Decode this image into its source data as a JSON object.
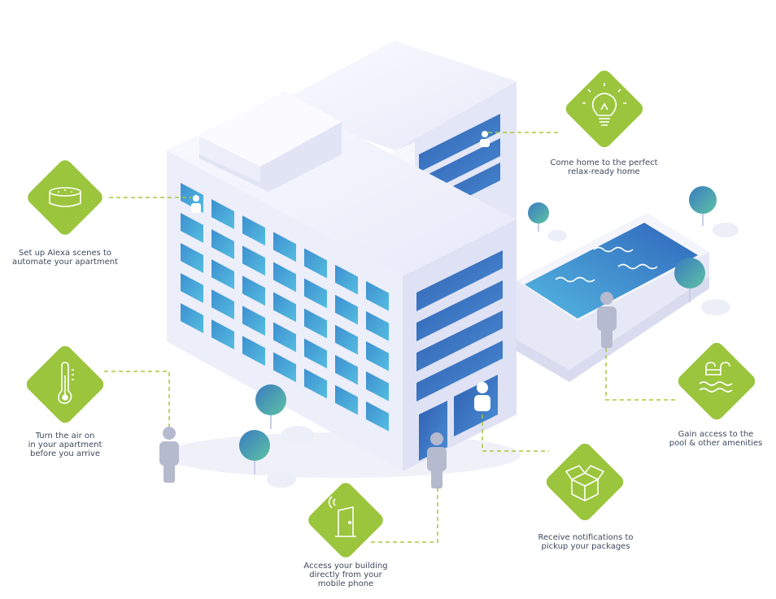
{
  "colors": {
    "accent_green": "#9bc53d",
    "connector_green": "#a5c83a",
    "building_light": "#eef0fb",
    "building_shadow": "#d8dbef",
    "window_blue": "#2f5fb1",
    "window_cyan": "#4aa9d6",
    "person_grey": "#b5bacf",
    "pool_blue": "#3c8fd0",
    "text": "#3e4a5c"
  },
  "features": [
    {
      "id": "alexa",
      "icon": "smart-speaker-icon",
      "lines": [
        "Set up Alexa scenes to",
        "automate your apartment"
      ]
    },
    {
      "id": "lighting",
      "icon": "light-bulb-icon",
      "lines": [
        "Come home to the perfect",
        "relax-ready home"
      ]
    },
    {
      "id": "climate",
      "icon": "thermometer-icon",
      "lines": [
        "Turn the air on",
        "in your apartment",
        "before you arrive"
      ]
    },
    {
      "id": "amenities",
      "icon": "pool-ladder-icon",
      "lines": [
        "Gain access to the",
        "pool & other amenities"
      ]
    },
    {
      "id": "packages",
      "icon": "package-box-icon",
      "lines": [
        "Receive notifications to",
        "pickup your packages"
      ]
    },
    {
      "id": "access",
      "icon": "smart-door-icon",
      "lines": [
        "Access your building",
        "directly from your",
        "mobile phone"
      ]
    }
  ]
}
